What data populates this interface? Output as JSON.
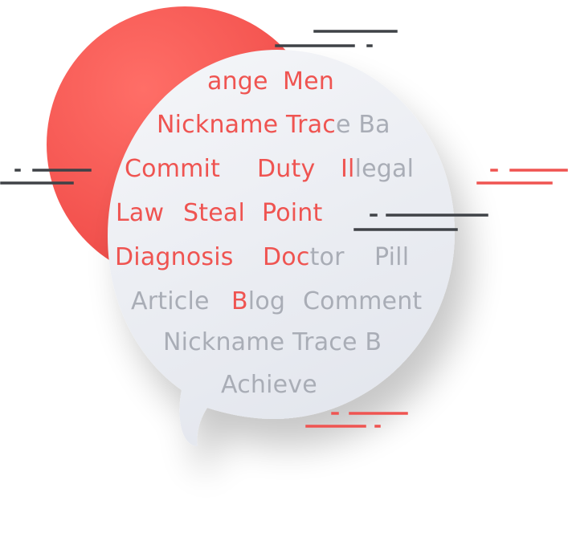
{
  "colors": {
    "accent": "#ef5451",
    "grey_text": "#a9adb6",
    "dash_dark": "#3f4247",
    "bubble": "#eceef3"
  },
  "icon": "speech-bubble-icon",
  "words": [
    {
      "id": "w1",
      "parts": [
        {
          "text": "ange",
          "tone": "red"
        }
      ]
    },
    {
      "id": "w2",
      "parts": [
        {
          "text": "Men",
          "tone": "red"
        }
      ]
    },
    {
      "id": "w3",
      "parts": [
        {
          "text": "Nickname Trac",
          "tone": "red"
        },
        {
          "text": "e Ba",
          "tone": "grey"
        }
      ]
    },
    {
      "id": "w4",
      "parts": [
        {
          "text": "Commit",
          "tone": "red"
        }
      ]
    },
    {
      "id": "w5",
      "parts": [
        {
          "text": "Duty",
          "tone": "red"
        }
      ]
    },
    {
      "id": "w6",
      "parts": [
        {
          "text": "Il",
          "tone": "red"
        },
        {
          "text": "legal",
          "tone": "grey"
        }
      ]
    },
    {
      "id": "w7",
      "parts": [
        {
          "text": "Law",
          "tone": "red"
        }
      ]
    },
    {
      "id": "w8",
      "parts": [
        {
          "text": "Steal",
          "tone": "red"
        }
      ]
    },
    {
      "id": "w9",
      "parts": [
        {
          "text": "Point",
          "tone": "red"
        }
      ]
    },
    {
      "id": "w10",
      "parts": [
        {
          "text": "Diagnosis",
          "tone": "red"
        }
      ]
    },
    {
      "id": "w11",
      "parts": [
        {
          "text": "Doc",
          "tone": "red"
        },
        {
          "text": "tor",
          "tone": "grey"
        }
      ]
    },
    {
      "id": "w12",
      "parts": [
        {
          "text": "Pill",
          "tone": "grey"
        }
      ]
    },
    {
      "id": "w13",
      "parts": [
        {
          "text": "Article",
          "tone": "grey"
        }
      ]
    },
    {
      "id": "w14",
      "parts": [
        {
          "text": "B",
          "tone": "red"
        },
        {
          "text": "log",
          "tone": "grey"
        }
      ]
    },
    {
      "id": "w15",
      "parts": [
        {
          "text": "Comment",
          "tone": "grey"
        }
      ]
    },
    {
      "id": "w16",
      "parts": [
        {
          "text": "Nickname Trace B",
          "tone": "grey"
        }
      ]
    },
    {
      "id": "w17",
      "parts": [
        {
          "text": "Achieve",
          "tone": "grey"
        }
      ]
    }
  ]
}
